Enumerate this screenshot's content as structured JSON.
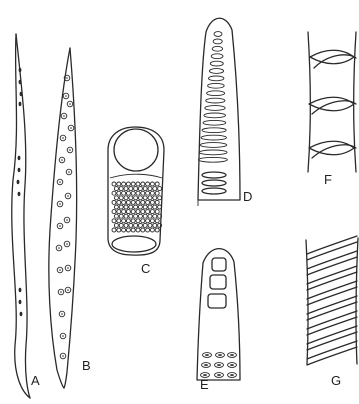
{
  "figure": {
    "labels": {
      "A": "A",
      "B": "B",
      "C": "C",
      "D": "D",
      "E": "E",
      "F": "F",
      "G": "G"
    }
  }
}
